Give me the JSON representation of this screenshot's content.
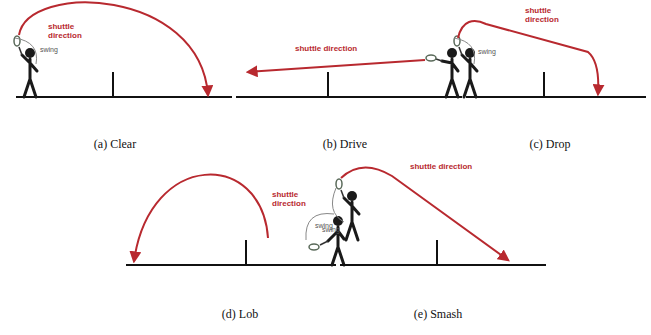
{
  "diagram": {
    "labels": [
      "shuttle direction",
      "swing",
      "(a) Clear",
      "shuttle direction",
      "(b) Drive",
      "shuttle direction",
      "swing",
      "(c) Drop",
      "shuttle direction",
      "swing",
      "(d) Lob",
      "shuttle direction",
      "swing",
      "(e) Smash"
    ]
  }
}
